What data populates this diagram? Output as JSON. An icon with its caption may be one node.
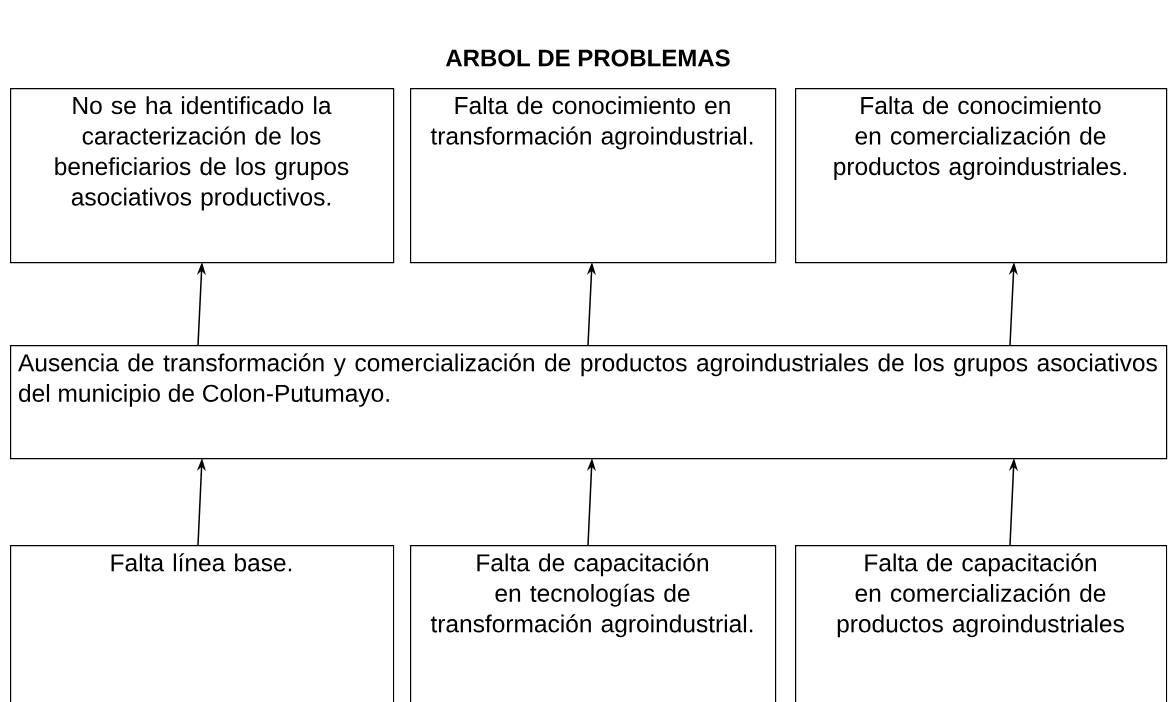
{
  "diagram": {
    "title": "ARBOL DE PROBLEMAS",
    "nodes": [
      {
        "text": [
          "No se ha identificado la caracterización de los beneficiarios de los grupos asociativos productivos."
        ]
      },
      {
        "text": [
          "Falta de conocimiento en transformación agroindustrial."
        ]
      },
      {
        "text": [
          "Falta de conocimiento en comercialización de productos agroindustriales."
        ]
      },
      {
        "text": [
          "Ausencia de transformación y comercialización de productos agroindustriales de los grupos asociativos del municipio de Colon-Putumayo."
        ]
      },
      {
        "text": [
          "Falta línea base."
        ]
      },
      {
        "text": [
          "Falta de capacitación en tecnologías de transformación agroindustrial."
        ]
      },
      {
        "text": [
          "Falta de capacitación en comercialización de productos agroindustriales"
        ]
      }
    ],
    "edges": [
      {
        "from": 3,
        "to": 0,
        "arrow": "to"
      },
      {
        "from": 3,
        "to": 1,
        "arrow": "to"
      },
      {
        "from": 3,
        "to": 2,
        "arrow": "to"
      },
      {
        "from": 4,
        "to": 3,
        "arrow": "to"
      },
      {
        "from": 5,
        "to": 3,
        "arrow": "to"
      },
      {
        "from": 6,
        "to": 3,
        "arrow": "to"
      }
    ]
  }
}
